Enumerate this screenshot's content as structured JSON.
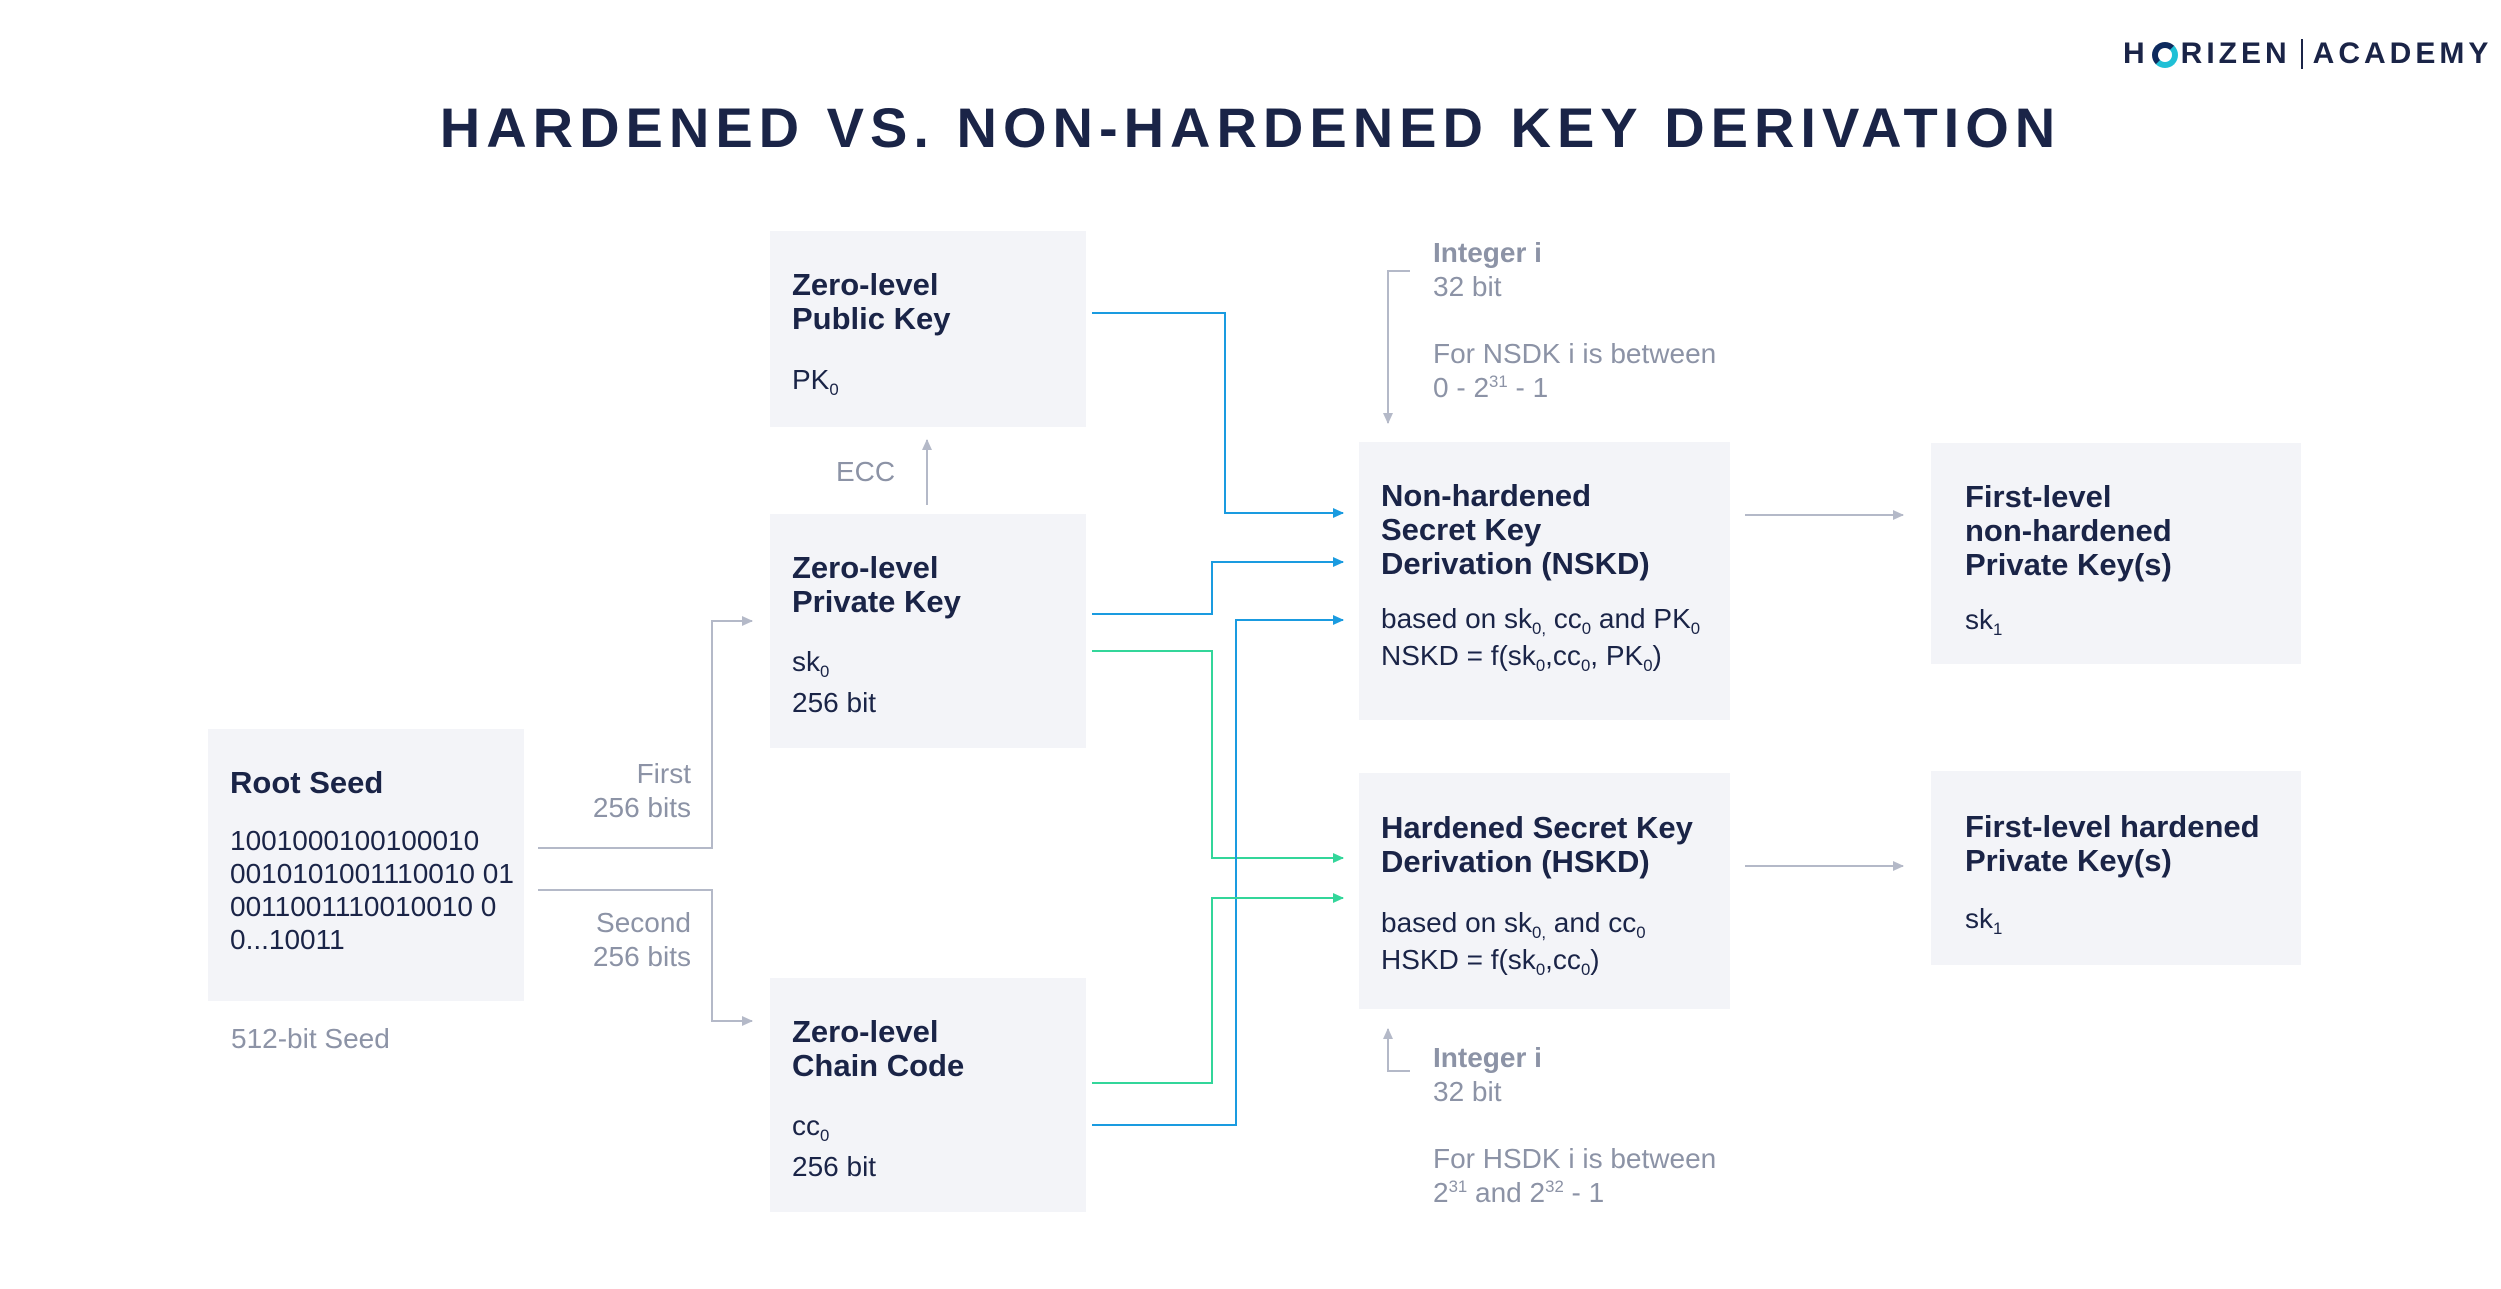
{
  "logo": {
    "brand": "H R I Z E N",
    "brand_parts": [
      "H",
      "RIZEN"
    ],
    "academy": "ACADEMY"
  },
  "title": "HARDENED VS. NON-HARDENED KEY DERIVATION",
  "root_seed": {
    "heading": "Root Seed",
    "bits": [
      "1001000100100010",
      "0010101001110010 01",
      "0011001110010010 0",
      "0...10011"
    ],
    "caption": "512-bit Seed"
  },
  "split_labels": {
    "first": [
      "First",
      "256 bits"
    ],
    "second": [
      "Second",
      "256 bits"
    ]
  },
  "public_key": {
    "heading": [
      "Zero-level",
      "Public Key"
    ],
    "symbol": "PK",
    "sub": "0"
  },
  "ecc_label": "ECC",
  "private_key": {
    "heading": [
      "Zero-level",
      "Private Key"
    ],
    "symbol": "sk",
    "sub": "0",
    "size": "256 bit"
  },
  "chain_code": {
    "heading": [
      "Zero-level",
      "Chain Code"
    ],
    "symbol": "cc",
    "sub": "0",
    "size": "256 bit"
  },
  "nskd": {
    "heading": [
      "Non-hardened",
      "Secret Key",
      "Derivation (NSKD)"
    ],
    "line1": "based on sk0, cc0 and PK0",
    "line2": "NSKD = f(sk0,cc0, PK0)"
  },
  "hskd": {
    "heading": [
      "Hardened Secret Key",
      "Derivation (HSKD)"
    ],
    "line1": "based on sk0, and cc0",
    "line2": "HSKD = f(sk0,cc0)"
  },
  "nskd_integer": {
    "title": "Integer i",
    "bits": "32 bit",
    "range_label": "For NSDK i is between",
    "range": "0 - 231 - 1"
  },
  "hskd_integer": {
    "title": "Integer i",
    "bits": "32 bit",
    "range_label": "For HSDK i is between",
    "range": "231 and 232 - 1"
  },
  "first_level_nh": {
    "heading": [
      "First-level",
      "non-hardened",
      "Private Key(s)"
    ],
    "symbol": "sk",
    "sub": "1"
  },
  "first_level_h": {
    "heading": [
      "First-level hardened",
      "Private Key(s)"
    ],
    "symbol": "sk",
    "sub": "1"
  },
  "colors": {
    "box_bg": "#f3f4f8",
    "text_dark": "#1a2447",
    "text_grey": "#8c93a6",
    "arrow_blue": "#1a9be0",
    "arrow_green": "#33d69a",
    "arrow_grey": "#b4b9c8"
  }
}
